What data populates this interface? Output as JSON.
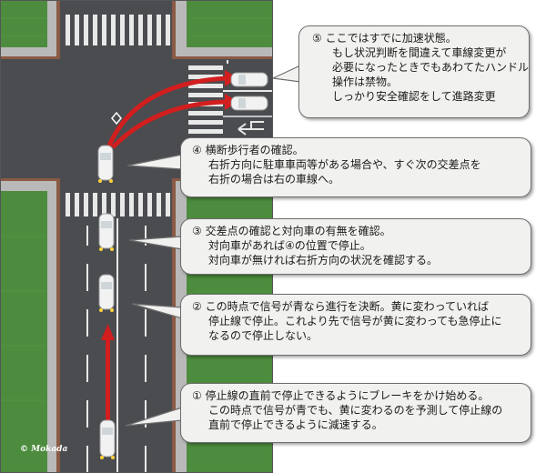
{
  "callouts": [
    {
      "id": "5",
      "lines": [
        "⑤ ここではすでに加速状態。",
        "もし状況判断を間違えて車線変更が",
        "必要になったときでもあわてたハンドル",
        "操作は禁物。",
        "しっかり安全確認をして進路変更"
      ]
    },
    {
      "id": "4",
      "lines": [
        "④ 横断歩行者の確認。",
        "右折方向に駐車車両等がある場合や、すぐ次の交差点を",
        "右折の場合は右の車線へ。"
      ]
    },
    {
      "id": "3",
      "lines": [
        "③ 交差点の確認と対向車の有無を確認。",
        "対向車があれば④の位置で停止。",
        "対向車が無ければ右折方向の状況を確認する。"
      ]
    },
    {
      "id": "2",
      "lines": [
        "② この時点で信号が青なら進行を決断。黄に変わっていれば",
        "停止線で停止。これより先で信号が黄に変わっても急停止に",
        "なるので停止しない。"
      ]
    },
    {
      "id": "1",
      "lines": [
        "① 停止線の直前で停止できるようにブレーキをかけ始める。",
        "この時点で信号が青でも、黄に変わるのを予測して停止線の",
        "直前で停止できるように減速する。"
      ]
    }
  ],
  "copyright": "© Mokada",
  "colors": {
    "asphalt": "#4a4c50",
    "grass": "#4d8c3e",
    "sidewalk": "#b9b9b9",
    "curb_brick": "#8a5a44",
    "arrow": "#d21e1e",
    "car": "#f2f2f2",
    "callout_bg": "#f1f1ef",
    "callout_border": "#6e6e6e"
  },
  "icons": [
    "car-icon",
    "arrow-icon",
    "diamond-marking-icon",
    "turn-arrow-marking-icon"
  ]
}
